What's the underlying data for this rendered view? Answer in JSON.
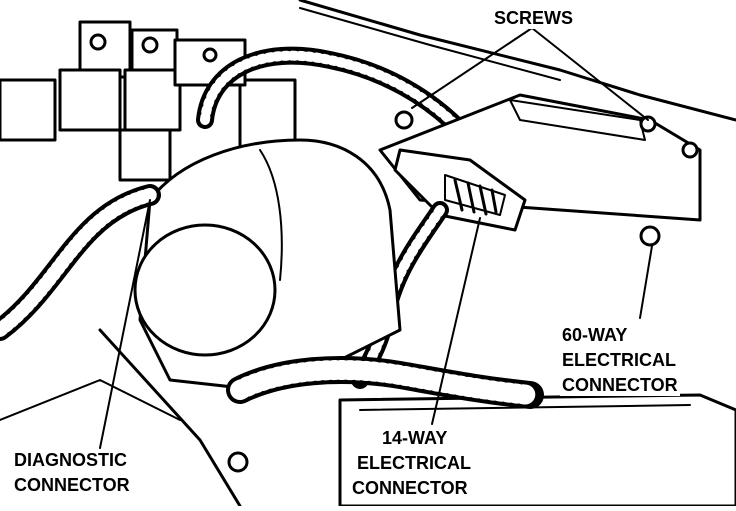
{
  "figure": {
    "labels": {
      "screws": "SCREWS",
      "connector_60": [
        "60-WAY",
        "ELECTRICAL",
        "CONNECTOR"
      ],
      "connector_14": [
        "14-WAY",
        "ELECTRICAL",
        "CONNECTOR"
      ],
      "diagnostic": [
        "DIAGNOSTIC",
        "CONNECTOR"
      ]
    }
  }
}
